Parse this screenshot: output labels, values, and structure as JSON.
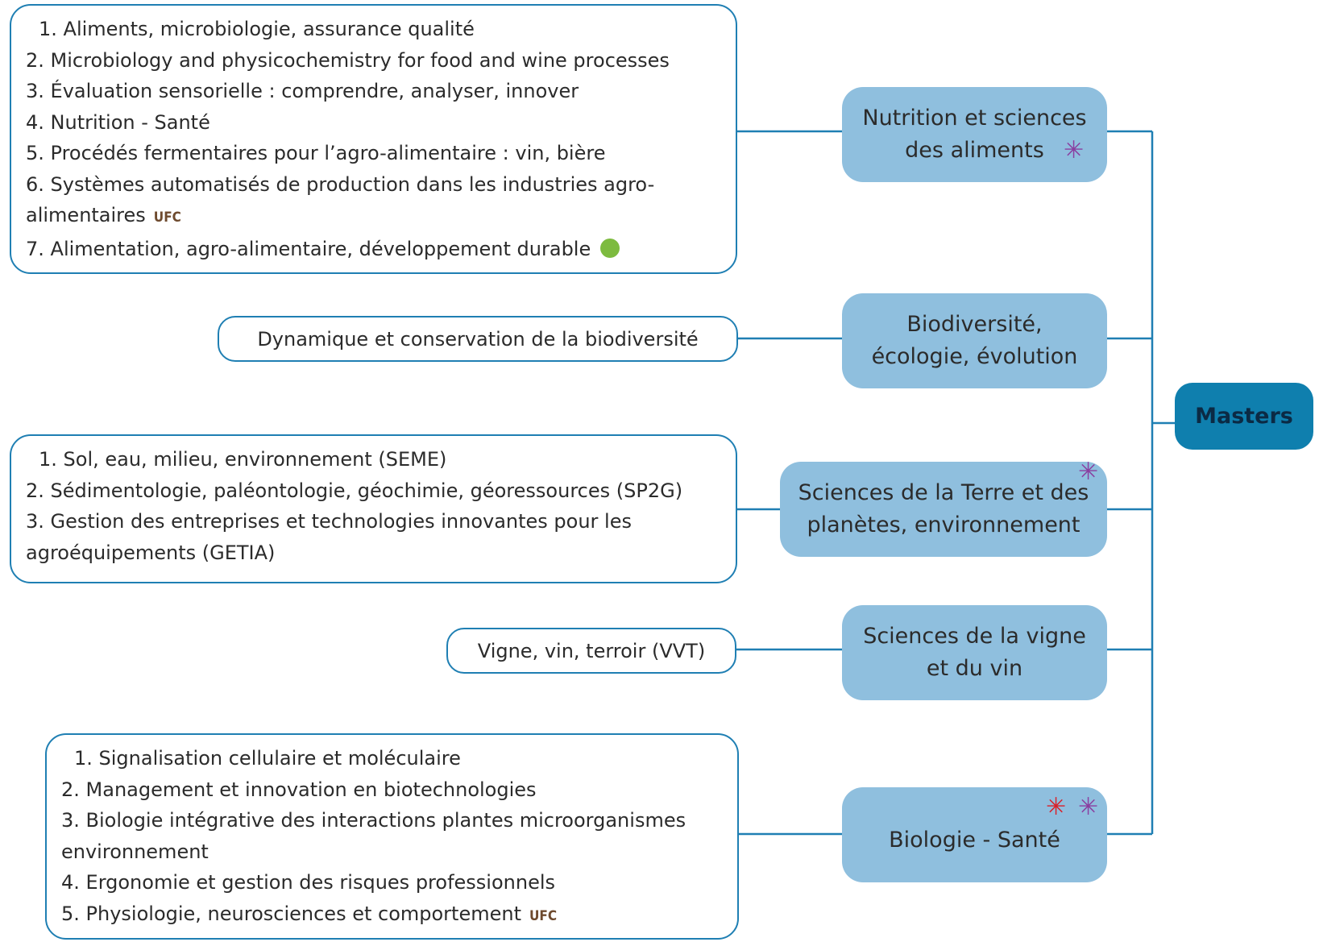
{
  "root": {
    "label": "Masters"
  },
  "colors": {
    "line": "#1f7fb3",
    "node_fill": "#8fbfde",
    "root_fill": "#0f7fae",
    "ufc": "#6e4a2e",
    "dot": "#7dbb3f",
    "star_purple": "#8a3fa0",
    "star_red": "#d9202a"
  },
  "branches": [
    {
      "node_line1": "Nutrition et sciences",
      "node_line2": "des aliments",
      "items": [
        "1. Aliments, microbiologie, assurance qualité",
        "2. Microbiology and physicochemistry for food and wine processes",
        "3. Évaluation sensorielle : comprendre, analyser, innover",
        "4. Nutrition - Santé",
        "5. Procédés fermentaires pour l’agro-alimentaire : vin, bière",
        "6. Systèmes automatisés de production dans les industries agro-",
        "alimentaires",
        "7. Alimentation, agro-alimentaire, développement durable"
      ],
      "ufc": "UFC"
    },
    {
      "node_line1": "Biodiversité,",
      "node_line2": "écologie, évolution",
      "items": [
        "Dynamique et conservation de la biodiversité"
      ]
    },
    {
      "node_line1": "Sciences de la Terre et des",
      "node_line2": "planètes, environnement",
      "items": [
        "1. Sol, eau, milieu, environnement (SEME)",
        "2. Sédimentologie, paléontologie, géochimie, géoressources (SP2G)",
        "3. Gestion des entreprises et technologies innovantes pour les",
        "agroéquipements (GETIA)"
      ]
    },
    {
      "node_line1": "Sciences de la vigne",
      "node_line2": "et du vin",
      "items": [
        "Vigne, vin, terroir (VVT)"
      ]
    },
    {
      "node_line1": "Biologie - Santé",
      "items": [
        "1. Signalisation cellulaire et moléculaire",
        "2. Management et innovation en biotechnologies",
        "3. Biologie intégrative des interactions plantes microorganismes",
        "environnement",
        "4. Ergonomie et gestion des risques professionnels",
        "5. Physiologie, neurosciences et comportement"
      ],
      "ufc": "UFC"
    }
  ]
}
